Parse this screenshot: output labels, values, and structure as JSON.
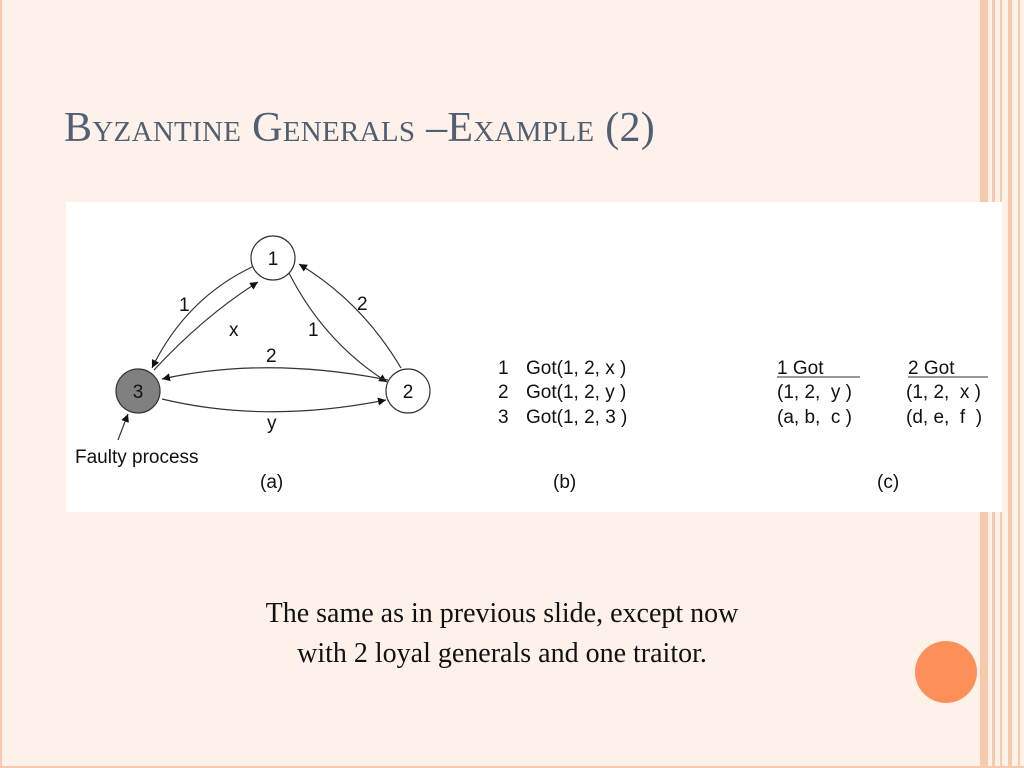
{
  "slide": {
    "title": "Byzantine Generals –Example (2)",
    "caption_line1": "The same as in previous slide, except now",
    "caption_line2": "with 2 loyal generals and one traitor.",
    "colors": {
      "background": "#fdf1e9",
      "title": "#505f73",
      "accent": "#fd8f58",
      "stripe": "#f7c9ad",
      "faulty_node": "#808080"
    }
  },
  "diagram": {
    "nodes": {
      "n1": "1",
      "n2": "2",
      "n3": "3"
    },
    "edge_labels": {
      "one_to_three": "1",
      "three_to_one": "x",
      "one_to_two": "1",
      "two_to_one": "2",
      "two_to_three": "2",
      "three_to_two": "y"
    },
    "faulty_label": "Faulty process",
    "panel_a": "(a)",
    "panel_b": "(b)",
    "panel_c": "(c)",
    "got_rows": [
      {
        "id": "1",
        "text": "Got(1, 2, x )"
      },
      {
        "id": "2",
        "text": "Got(1, 2, y )"
      },
      {
        "id": "3",
        "text": "Got(1, 2, 3 )"
      }
    ],
    "table_c": {
      "col1": {
        "header": "1 Got",
        "row1": "(1, 2,  y )",
        "row2": "(a, b,  c )"
      },
      "col2": {
        "header": "2 Got",
        "row1": "(1, 2,  x )",
        "row2": "(d, e,  f  )"
      }
    }
  }
}
